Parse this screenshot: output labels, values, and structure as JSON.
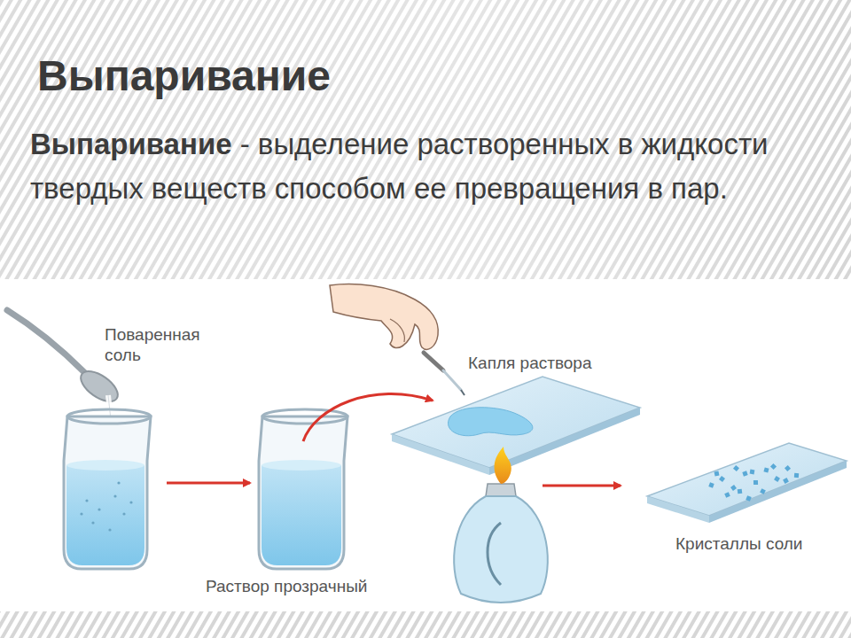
{
  "diagram": {
    "title": "Выпаривание",
    "labels": [
      "Выпаривание",
      "- выделение растворенных в жидкости твердых веществ способом ее превращения в пар.",
      "Поваренная соль",
      "Капля раствора",
      "Раствор прозрачный",
      "Кристаллы соли"
    ]
  }
}
